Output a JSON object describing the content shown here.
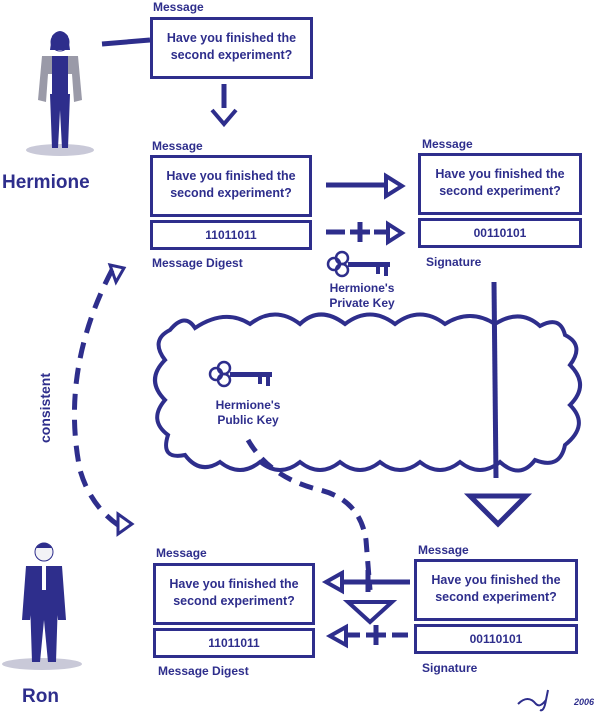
{
  "people": {
    "sender": "Hermione",
    "receiver": "Ron"
  },
  "top_message": {
    "label": "Message",
    "text_line1": "Have you finished the",
    "text_line2": "second experiment?"
  },
  "sender_digest": {
    "message_label": "Message",
    "text_line1": "Have you finished the",
    "text_line2": "second experiment?",
    "digest_value": "11011011",
    "digest_label": "Message Digest"
  },
  "sender_signature": {
    "message_label": "Message",
    "text_line1": "Have you finished the",
    "text_line2": "second experiment?",
    "signature_value": "00110101",
    "signature_label": "Signature"
  },
  "private_key": {
    "label_line1": "Hermione's",
    "label_line2": "Private Key"
  },
  "public_key": {
    "label_line1": "Hermione's",
    "label_line2": "Public Key"
  },
  "consistent_label": "consistent",
  "receiver_digest": {
    "message_label": "Message",
    "text_line1": "Have you finished the",
    "text_line2": "second experiment?",
    "digest_value": "11011011",
    "digest_label": "Message Digest"
  },
  "receiver_signature": {
    "message_label": "Message",
    "text_line1": "Have you finished the",
    "text_line2": "second experiment?",
    "signature_value": "00110101",
    "signature_label": "Signature"
  },
  "signature_mark": "2006",
  "colors": {
    "ink": "#2e2e8c",
    "background": "#ffffff"
  }
}
